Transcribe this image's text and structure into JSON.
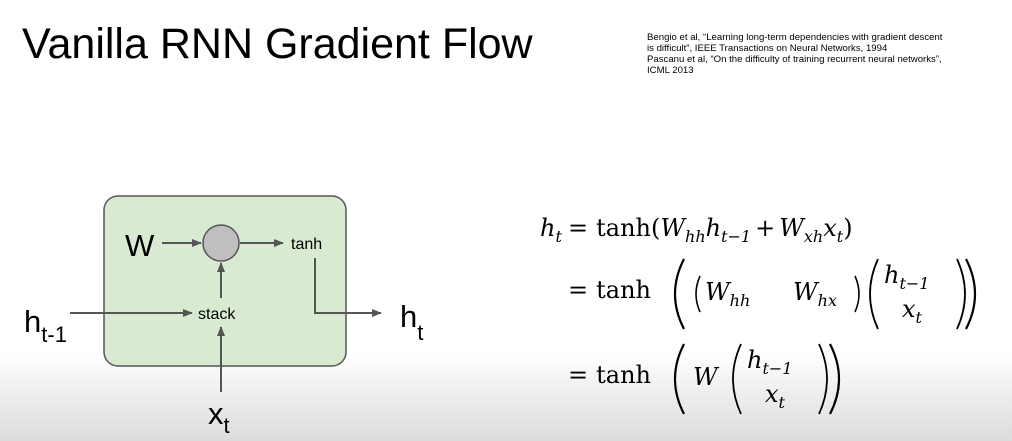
{
  "title": "Vanilla RNN Gradient Flow",
  "citations": [
    "Bengio et al, “Learning long-term dependencies with gradient descent",
    "is difficult”, IEEE Transactions on Neural Networks, 1994",
    "Pascanu et al, “On the difficulty of training recurrent neural networks”,",
    "ICML 2013"
  ],
  "diagram": {
    "weight_label": "W",
    "activation_label": "tanh",
    "stack_label": "stack",
    "prev_hidden": {
      "base": "h",
      "sub": "t-1"
    },
    "next_hidden": {
      "base": "h",
      "sub": "t"
    },
    "input": {
      "base": "x",
      "sub": "t"
    },
    "colors": {
      "box_fill": "#d9ead3",
      "box_stroke": "#555555",
      "node_fill": "#c0bfc0",
      "arrow": "#555555"
    }
  },
  "equations": {
    "line1": {
      "lhs": "h",
      "lhs_sub": "t",
      "eq": "=",
      "fn": "tanh(",
      "w1": "W",
      "w1_sub": "hh",
      "h": "h",
      "h_sub": "t−1",
      "plus": "+",
      "w2": "W",
      "w2_sub": "xh",
      "x": "x",
      "x_sub": "t",
      "close": ")"
    },
    "line2": {
      "eq": "=",
      "fn": "tanh",
      "w1": "W",
      "w1_sub": "hh",
      "w2": "W",
      "w2_sub": "hx",
      "v_top": "h",
      "v_top_sub": "t−1",
      "v_bot": "x",
      "v_bot_sub": "t"
    },
    "line3": {
      "eq": "=",
      "fn": "tanh",
      "w": "W",
      "v_top": "h",
      "v_top_sub": "t−1",
      "v_bot": "x",
      "v_bot_sub": "t"
    }
  }
}
